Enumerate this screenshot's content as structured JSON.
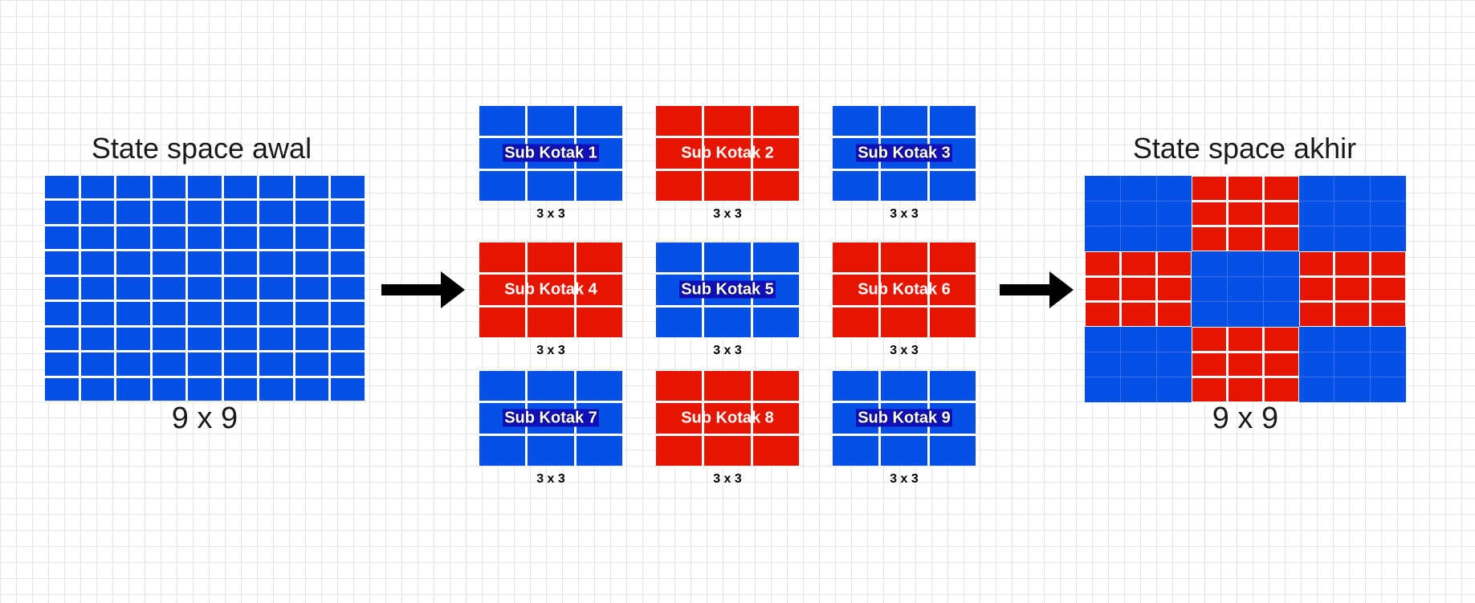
{
  "colors": {
    "blue": "#0550e6",
    "red": "#e61500"
  },
  "left": {
    "title": "State space awal",
    "size": "9 x 9",
    "color": "blue"
  },
  "sub_boxes": [
    {
      "label": "Sub Kotak 1",
      "size": "3 x 3",
      "color": "blue",
      "highlight": true
    },
    {
      "label": "Sub Kotak 2",
      "size": "3 x 3",
      "color": "red",
      "highlight": false
    },
    {
      "label": "Sub Kotak 3",
      "size": "3 x 3",
      "color": "blue",
      "highlight": true
    },
    {
      "label": "Sub Kotak 4",
      "size": "3 x 3",
      "color": "red",
      "highlight": false
    },
    {
      "label": "Sub Kotak 5",
      "size": "3 x 3",
      "color": "blue",
      "highlight": true
    },
    {
      "label": "Sub Kotak 6",
      "size": "3 x 3",
      "color": "red",
      "highlight": false
    },
    {
      "label": "Sub Kotak 7",
      "size": "3 x 3",
      "color": "blue",
      "highlight": true
    },
    {
      "label": "Sub Kotak 8",
      "size": "3 x 3",
      "color": "red",
      "highlight": false
    },
    {
      "label": "Sub Kotak 9",
      "size": "3 x 3",
      "color": "blue",
      "highlight": true
    }
  ],
  "right": {
    "title": "State space akhir",
    "size": "9 x 9",
    "block_colors": [
      "blue",
      "red",
      "blue",
      "red",
      "blue",
      "red",
      "blue",
      "red",
      "blue"
    ]
  },
  "arrows": [
    "arrow-icon",
    "arrow-icon"
  ]
}
